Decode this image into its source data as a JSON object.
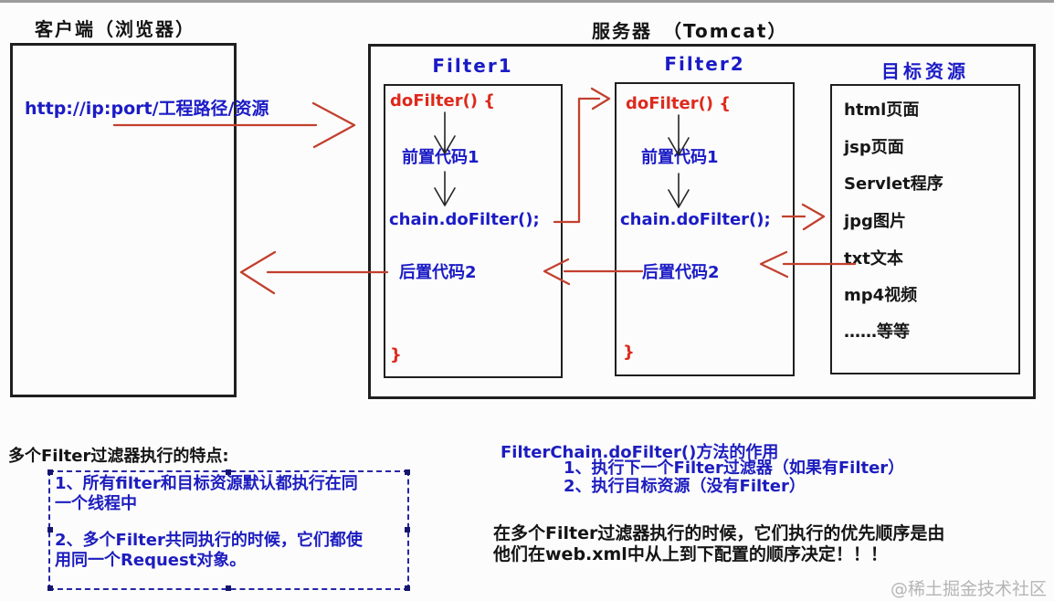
{
  "colors": {
    "blue_text": "#1b1bc6",
    "red_text": "#dd2a1d",
    "red_arrow": "#c2402e",
    "ink": "#1a1a1a",
    "watermark": "#b5b5b5"
  },
  "client": {
    "title": "客户端（浏览器）",
    "url": "http://ip:port/工程路径/资源"
  },
  "server": {
    "title": "服务器　（Tomcat）"
  },
  "filters": [
    {
      "label": "Filter1",
      "dofilter": "doFilter() {",
      "pre": "前置代码1",
      "chain": "chain.doFilter();",
      "post": "后置代码2",
      "brace": "}"
    },
    {
      "label": "Filter2",
      "dofilter": "doFilter() {",
      "pre": "前置代码1",
      "chain": "chain.doFilter();",
      "post": "后置代码2",
      "brace": "}"
    }
  ],
  "target": {
    "label": "目标资源",
    "items": [
      "html页面",
      "jsp页面",
      "Servlet程序",
      "jpg图片",
      "txt文本",
      "mp4视频",
      "……等等"
    ]
  },
  "notes_left": {
    "heading": "多个Filter过滤器执行的特点:",
    "lines": [
      "1、所有filter和目标资源默认都执行在同",
      "一个线程中",
      "2、多个Filter共同执行的时候，它们都使",
      "用同一个Request对象。"
    ]
  },
  "notes_right": {
    "heading": "FilterChain.doFilter()方法的作用",
    "items": [
      "1、执行下一个Filter过滤器（如果有Filter）",
      "2、执行目标资源（没有Filter）"
    ],
    "para_lines": [
      "在多个Filter过滤器执行的时候，它们执行的优先顺序是由",
      "他们在web.xml中从上到下配置的顺序决定！！！"
    ]
  },
  "watermark": "@稀土掘金技术社区"
}
